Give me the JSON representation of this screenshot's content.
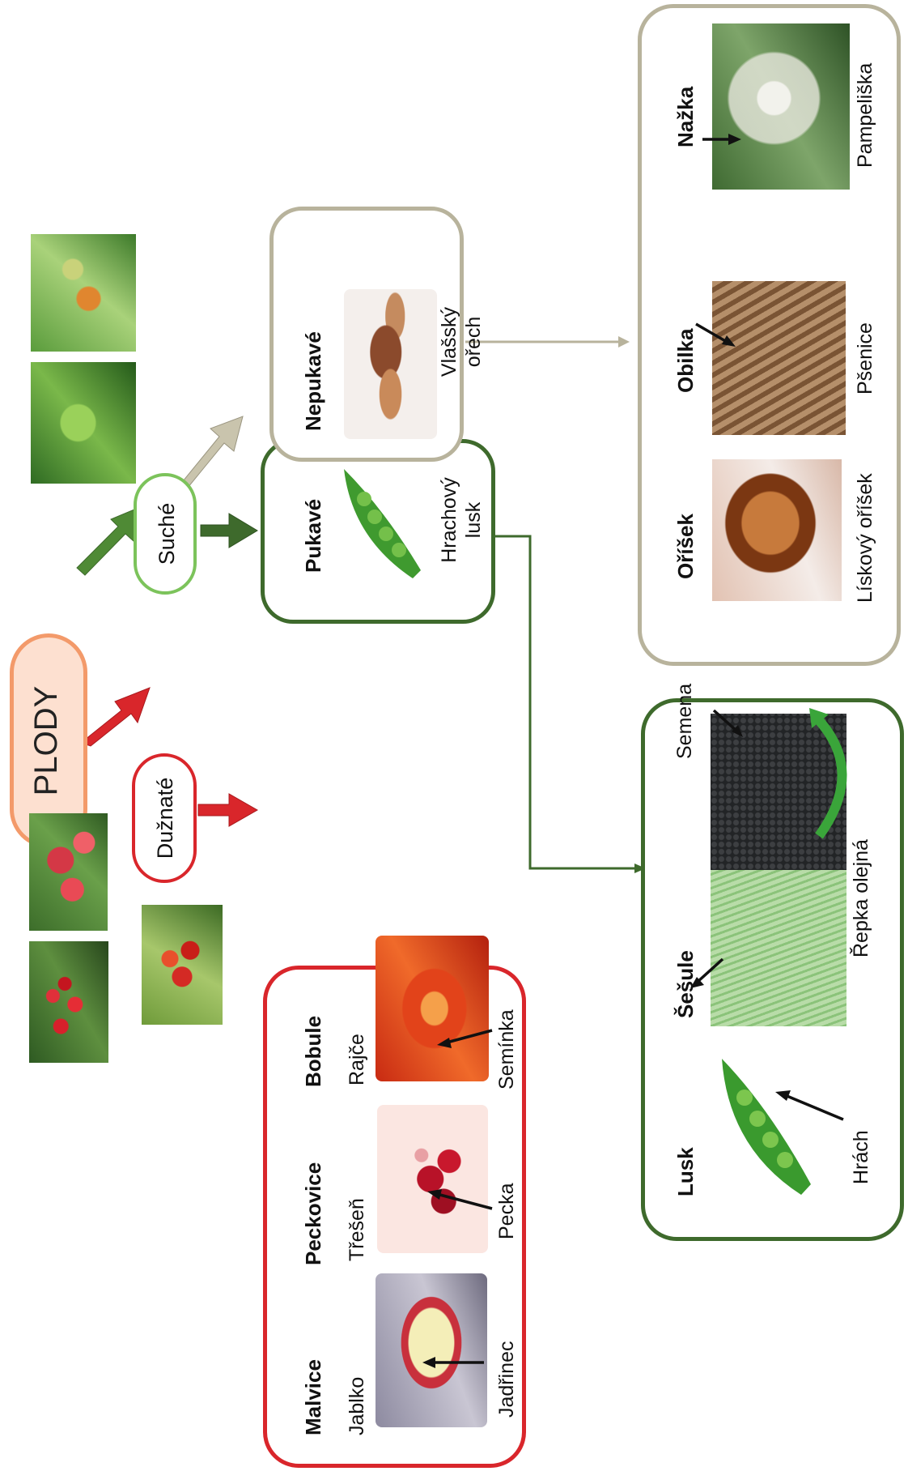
{
  "root": "PLODY",
  "branches": {
    "duznate": "Dužnaté",
    "suche": "Suché"
  },
  "pukave": {
    "title": "Pukavé",
    "example": "Hrachový lusk"
  },
  "nepukave": {
    "title": "Nepukavé",
    "example": "Vlašský ořech"
  },
  "fleshy_types": [
    {
      "type": "Malvice",
      "example": "Jablko",
      "part": "Jadřinec"
    },
    {
      "type": "Peckovice",
      "example": "Třešeň",
      "part": "Pecka"
    },
    {
      "type": "Bobule",
      "example": "Rajče",
      "part": "Semínka"
    }
  ],
  "dehiscent_types": [
    {
      "type": "Lusk",
      "part": "Hrách"
    },
    {
      "type": "Šešule",
      "part": "Semena",
      "example": "Řepka olejná"
    }
  ],
  "indehiscent_types": [
    {
      "type": "Oříšek",
      "example": "Lískový oříšek"
    },
    {
      "type": "Obilka",
      "example": "Pšenice"
    },
    {
      "type": "Nažka",
      "example": "Pampeliška"
    }
  ],
  "colors": {
    "root_fill": "#fde0d0",
    "root_border": "#f39a6a",
    "red": "#d9262b",
    "dark_green": "#3e6a2c",
    "light_green": "#7cc35b",
    "beige": "#b8b39c"
  }
}
